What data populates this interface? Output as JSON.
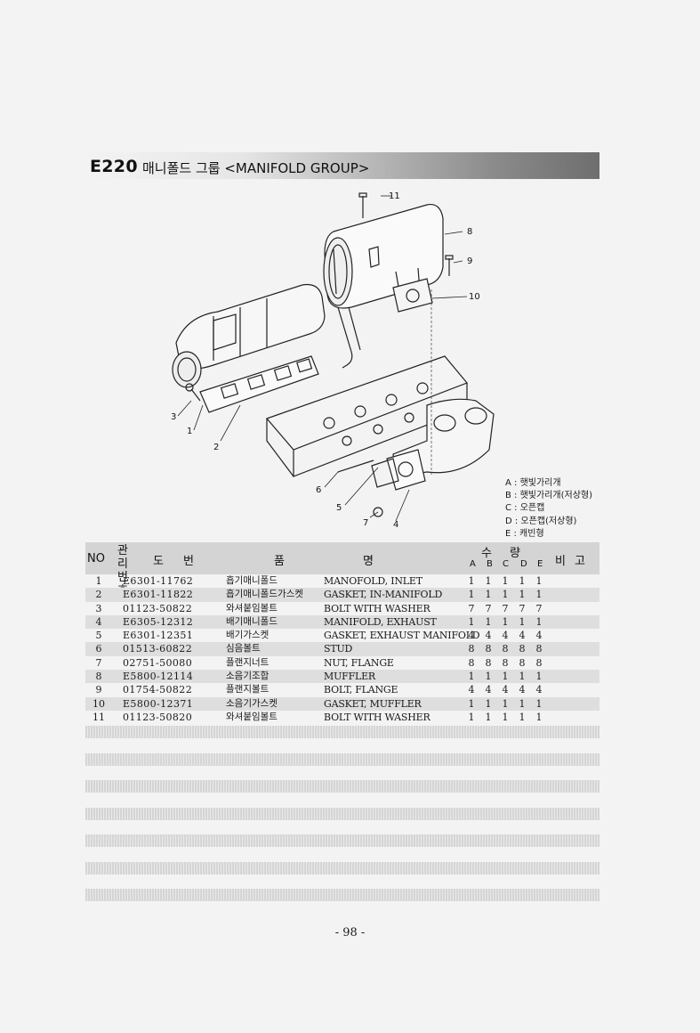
{
  "header": {
    "code": "E220",
    "title": "매니폴드 그룹 <MANIFOLD GROUP>"
  },
  "callouts": [
    "1",
    "2",
    "3",
    "4",
    "5",
    "6",
    "7",
    "8",
    "9",
    "10",
    "11"
  ],
  "legend": [
    "A : 햇빛가리개",
    "B : 햇빛가리개(저상형)",
    "C : 오픈캡",
    "D : 오픈캡(저상형)",
    "E : 캐빈형"
  ],
  "table": {
    "headers": {
      "no": "NO",
      "mgmt_top": "관 리",
      "mgmt_bottom": "번 호",
      "drawing": "도번",
      "name_a": "품",
      "name_b": "명",
      "qty": "수량",
      "qty_cols": [
        "A",
        "B",
        "C",
        "D",
        "E"
      ],
      "remark": "비고"
    },
    "rows": [
      {
        "no": "1",
        "part": "E6301-11762",
        "kor": "흡기매니폴드",
        "eng": "MANOFOLD, INLET",
        "qty": [
          "1",
          "1",
          "1",
          "1",
          "1"
        ]
      },
      {
        "no": "2",
        "part": "E6301-11822",
        "kor": "흡기매니폴드가스켓",
        "eng": "GASKET, IN-MANIFOLD",
        "qty": [
          "1",
          "1",
          "1",
          "1",
          "1"
        ]
      },
      {
        "no": "3",
        "part": "01123-50822",
        "kor": "와셔붙임볼트",
        "eng": "BOLT WITH WASHER",
        "qty": [
          "7",
          "7",
          "7",
          "7",
          "7"
        ]
      },
      {
        "no": "4",
        "part": "E6305-12312",
        "kor": "배기매니폴드",
        "eng": "MANIFOLD, EXHAUST",
        "qty": [
          "1",
          "1",
          "1",
          "1",
          "1"
        ]
      },
      {
        "no": "5",
        "part": "E6301-12351",
        "kor": "배기가스켓",
        "eng": "GASKET, EXHAUST MANIFOLD",
        "qty": [
          "4",
          "4",
          "4",
          "4",
          "4"
        ]
      },
      {
        "no": "6",
        "part": "01513-60822",
        "kor": "심음볼트",
        "eng": "STUD",
        "qty": [
          "8",
          "8",
          "8",
          "8",
          "8"
        ]
      },
      {
        "no": "7",
        "part": "02751-50080",
        "kor": "플랜지너트",
        "eng": "NUT, FLANGE",
        "qty": [
          "8",
          "8",
          "8",
          "8",
          "8"
        ]
      },
      {
        "no": "8",
        "part": "E5800-12114",
        "kor": "소음기조합",
        "eng": "MUFFLER",
        "qty": [
          "1",
          "1",
          "1",
          "1",
          "1"
        ]
      },
      {
        "no": "9",
        "part": "01754-50822",
        "kor": "플랜지볼트",
        "eng": "BOLT, FLANGE",
        "qty": [
          "4",
          "4",
          "4",
          "4",
          "4"
        ]
      },
      {
        "no": "10",
        "part": "E5800-12371",
        "kor": "소음기가스켓",
        "eng": "GASKET, MUFFLER",
        "qty": [
          "1",
          "1",
          "1",
          "1",
          "1"
        ]
      },
      {
        "no": "11",
        "part": "01123-50820",
        "kor": "와셔붙임볼트",
        "eng": "BOLT WITH WASHER",
        "qty": [
          "1",
          "1",
          "1",
          "1",
          "1"
        ]
      }
    ]
  },
  "page_number": "- 98 -"
}
